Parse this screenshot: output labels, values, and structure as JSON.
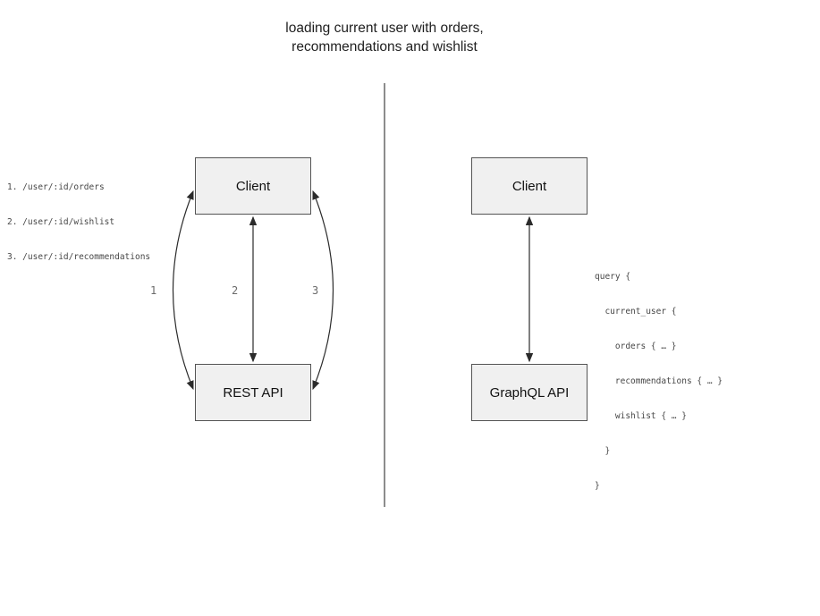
{
  "title": {
    "line1": "loading current user with orders,",
    "line2": "recommendations and wishlist"
  },
  "rest": {
    "client_label": "Client",
    "api_label": "REST API",
    "endpoints": [
      "1. /user/:id/orders",
      "2. /user/:id/wishlist",
      "3. /user/:id/recommendations"
    ],
    "arrow_labels": [
      "1",
      "2",
      "3"
    ]
  },
  "graphql": {
    "client_label": "Client",
    "api_label": "GraphQL API",
    "query_lines": [
      "query {",
      "  current_user {",
      "    orders { … }",
      "    recommendations { … }",
      "    wishlist { … }",
      "  }",
      "}"
    ]
  },
  "colors": {
    "box_fill": "#f0f0f0",
    "box_border": "#545454",
    "arrow": "#2b2b2b",
    "divider": "#666666",
    "muted_text": "#6b6b6b",
    "code_text": "#474747"
  }
}
